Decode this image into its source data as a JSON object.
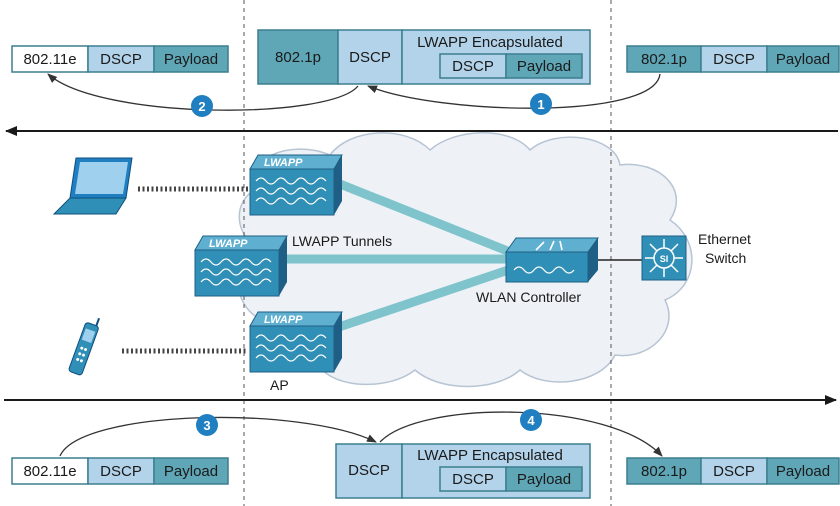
{
  "colors": {
    "box_light": "#b3d3ea",
    "box_dark": "#5fa6b6",
    "box_white": "#ffffff",
    "box_border": "#3b7f8f",
    "badge": "#1f7fc0",
    "arrow": "#333333",
    "tunnel": "#7fc4cc",
    "cloud_fill": "#eef1f6",
    "cloud_stroke": "#b7c4d4",
    "ap_fill": "#2f8fb6",
    "ap_dark": "#1f5f85"
  },
  "frames": {
    "top_left": [
      "802.11e",
      "DSCP",
      "Payload"
    ],
    "top_center": {
      "outer": [
        "802.1p",
        "DSCP"
      ],
      "header": "LWAPP Encapsulated",
      "inner": [
        "DSCP",
        "Payload"
      ]
    },
    "top_right": [
      "802.1p",
      "DSCP",
      "Payload"
    ],
    "bottom_left": [
      "802.11e",
      "DSCP",
      "Payload"
    ],
    "bottom_center": {
      "outer": [
        "DSCP"
      ],
      "header": "LWAPP Encapsulated",
      "inner": [
        "DSCP",
        "Payload"
      ]
    },
    "bottom_right": [
      "802.1p",
      "DSCP",
      "Payload"
    ]
  },
  "badges": [
    "2",
    "1",
    "3",
    "4"
  ],
  "labels": {
    "ap_badge": "LWAPP",
    "tunnels": "LWAPP Tunnels",
    "controller": "WLAN Controller",
    "ap": "AP",
    "switch_line1": "Ethernet",
    "switch_line2": "Switch",
    "switch_symbol": "SI"
  },
  "icons": {
    "laptop": "laptop-icon",
    "phone": "phone-icon",
    "access_point": "access-point-icon",
    "controller": "wlan-controller-icon",
    "switch": "ethernet-switch-icon",
    "cloud": "network-cloud-icon"
  }
}
